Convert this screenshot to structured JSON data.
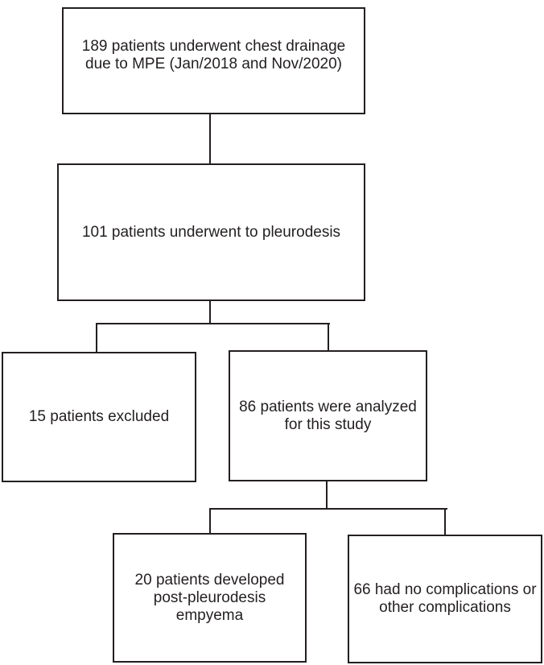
{
  "diagram": {
    "type": "flowchart",
    "background_color": "#ffffff",
    "line_color": "#231f20",
    "text_color": "#231f20",
    "nodes": {
      "drainage": {
        "id": "drainage",
        "lines": [
          "189 patients underwent chest drainage",
          "due to MPE (Jan/2018 and Nov/2020)"
        ]
      },
      "pleurodesis": {
        "id": "pleurodesis",
        "lines": [
          "101 patients underwent to pleurodesis"
        ]
      },
      "excluded": {
        "id": "excluded",
        "lines": [
          "15 patients excluded"
        ]
      },
      "analyzed": {
        "id": "analyzed",
        "lines": [
          "86 patients were analyzed",
          "for this study"
        ]
      },
      "empyema": {
        "id": "empyema",
        "lines": [
          "20 patients developed",
          "post-pleurodesis",
          "empyema"
        ]
      },
      "no_complications": {
        "id": "no_complications",
        "lines": [
          "66 had no complications or",
          "other complications"
        ]
      }
    },
    "edges": [
      {
        "from": "drainage",
        "to": "pleurodesis"
      },
      {
        "from": "pleurodesis",
        "to": "excluded"
      },
      {
        "from": "pleurodesis",
        "to": "analyzed"
      },
      {
        "from": "analyzed",
        "to": "empyema"
      },
      {
        "from": "analyzed",
        "to": "no_complications"
      }
    ]
  }
}
